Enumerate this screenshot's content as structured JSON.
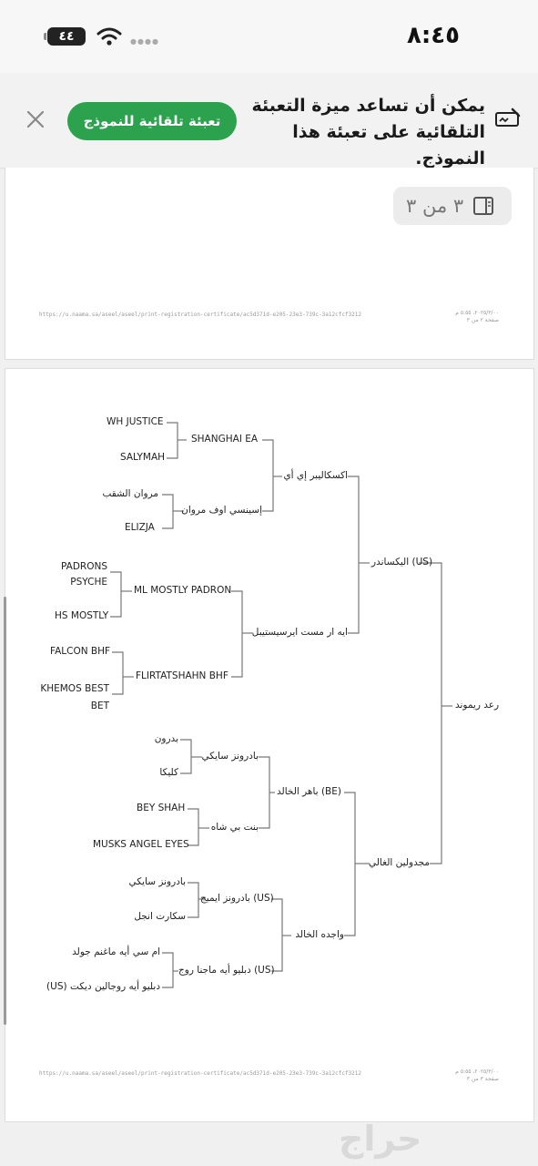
{
  "status_bar": {
    "time": "٨:٤٥",
    "battery": "٤٤"
  },
  "autofill": {
    "message": "يمكن أن تساعد ميزة التعبئة التلقائية على تعبئة هذا النموذج.",
    "button_label": "تعبئة تلقائية للنموذج"
  },
  "viewer": {
    "page_indicator": "٣ من ٣"
  },
  "page_footer": {
    "url": "https://u.naama.sa/aseel/aseel/print-registration-certificate/ac5d371d-e205-23e3-739c-3a12cfcf3212",
    "date_line": "٢٠٢٥/٣/٠٠، ٥:٥٥ م",
    "page_line_prev": "صفحة ٢ من ٣",
    "page_line_curr": "صفحة ٣ من ٣"
  },
  "pedigree": {
    "horse": "رعد ريموند",
    "sire": "اليكساندر (US)",
    "dam": "مجدولين الغالي",
    "sire_sire": "اكسكاليبر إي أي",
    "sire_dam": "ايه ار مست ايرسيستيبل",
    "dam_sire": "باهر الخالد (BE)",
    "dam_dam": "واجده الخالد",
    "g3": [
      "SHANGHAI EA",
      "إسينسي اوف مروان",
      "ML MOSTLY PADRON",
      "FLIRTATSHAHN BHF",
      "بادرونز سايكي",
      "بنت بي شاه",
      "بادرونز ايميج (US)",
      "دبليو أيه ماجنا روج (US)"
    ],
    "g4": [
      "WH JUSTICE",
      "SALYMAH",
      "مروان الشقب",
      "ELIZJA",
      "PADRONS PSYCHE",
      "HS MOSTLY",
      "FALCON BHF",
      "KHEMOS BEST BET",
      "بدرون",
      "كليكا",
      "BEY SHAH",
      "MUSKS ANGEL EYES",
      "بادرونز سايكي",
      "سكارت انجل",
      "ام سي أيه ماغنم جولد",
      "دبليو أيه روجالين ديكت (US)"
    ]
  },
  "watermark": "حراج"
}
